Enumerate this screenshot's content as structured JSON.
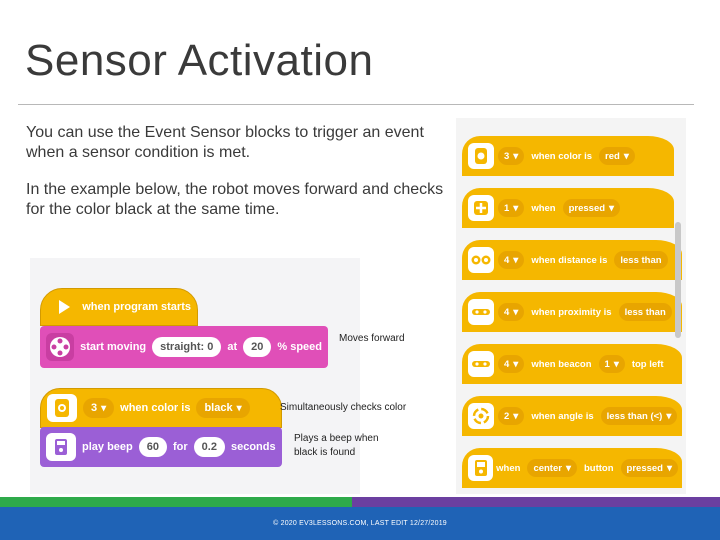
{
  "slide": {
    "title": "Sensor Activation",
    "para1": "You can use the Event Sensor blocks to trigger an event when a sensor condition is met.",
    "para2": "In the example below, the robot moves forward and checks for the color black at the same time.",
    "footer": "© 2020 EV3LESSONS.COM, LAST EDIT 12/27/2019"
  },
  "code": {
    "start": {
      "label": "when program starts"
    },
    "move": {
      "label": "start moving",
      "steer": "straight: 0",
      "at": "at",
      "speed": "20",
      "unit": "% speed"
    },
    "color": {
      "port": "3",
      "label": "when color is",
      "value": "black"
    },
    "beep": {
      "label": "play beep",
      "note": "60",
      "for": "for",
      "duration": "0.2",
      "unit": "seconds"
    }
  },
  "annotations": {
    "moves": "Moves forward",
    "checks": "Simultaneously checks color",
    "beep1": "Plays a beep when",
    "beep2": "black is found"
  },
  "palette": {
    "color": {
      "port": "3",
      "label": "when color is",
      "value": "red"
    },
    "touch": {
      "port": "1",
      "label": "when",
      "value": "pressed"
    },
    "distance": {
      "port": "4",
      "label": "when distance is",
      "value": "less than"
    },
    "proximity": {
      "port": "4",
      "label": "when proximity is",
      "value": "less than"
    },
    "beacon": {
      "port": "4",
      "label": "when beacon",
      "value": "1",
      "extra": "top left"
    },
    "angle": {
      "port": "2",
      "label": "when angle is",
      "value": "less than (<)"
    },
    "button": {
      "label": "when",
      "value": "center",
      "label2": "button",
      "value2": "pressed"
    }
  },
  "colors": {
    "event_yellow": "#f5b700",
    "motor_magenta": "#e04fb8",
    "sound_purple": "#9b5fd6",
    "footer_blue": "#1f63b6",
    "footer_green": "#2eaa4a",
    "footer_purple": "#6b3fa0"
  }
}
